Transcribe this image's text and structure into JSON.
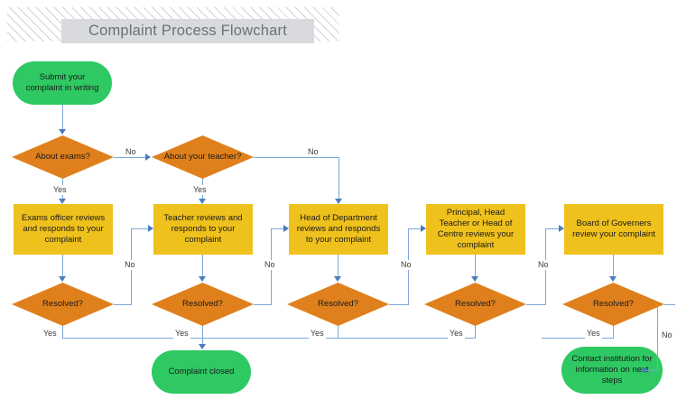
{
  "title": "Complaint Process Flowchart",
  "colors": {
    "terminator": "#2ec963",
    "process": "#efc11c",
    "decision": "#e0801c",
    "connector": "#7ba7d7",
    "arrow": "#4a7ebb",
    "title_text": "#6c7278",
    "title_band": "#d8dadd"
  },
  "nodes": {
    "start": "Submit your complaint in writing",
    "d_exams": "About exams?",
    "d_teacher": "About your teacher?",
    "p_exams": "Exams officer reviews and responds to your complaint",
    "p_teacher": "Teacher reviews and responds to your complaint",
    "p_hod": "Head of Department reviews and responds to your complaint",
    "p_principal": "Principal, Head Teacher or Head of Centre reviews your complaint",
    "p_governors": "Board of Governers review your complaint",
    "r1": "Resolved?",
    "r2": "Resolved?",
    "r3": "Resolved?",
    "r4": "Resolved?",
    "r5": "Resolved?",
    "end_closed": "Complaint closed",
    "end_contact": "Contact institution for information on next steps"
  },
  "edge_labels": {
    "exams_no": "No",
    "exams_yes": "Yes",
    "teacher_no": "No",
    "teacher_yes": "Yes",
    "r1_no": "No",
    "r1_yes": "Yes",
    "r2_no": "No",
    "r2_yes": "Yes",
    "r3_no": "No",
    "r3_yes": "Yes",
    "r4_no": "No",
    "r4_yes": "Yes",
    "r5_no": "No",
    "r5_yes": "Yes"
  }
}
